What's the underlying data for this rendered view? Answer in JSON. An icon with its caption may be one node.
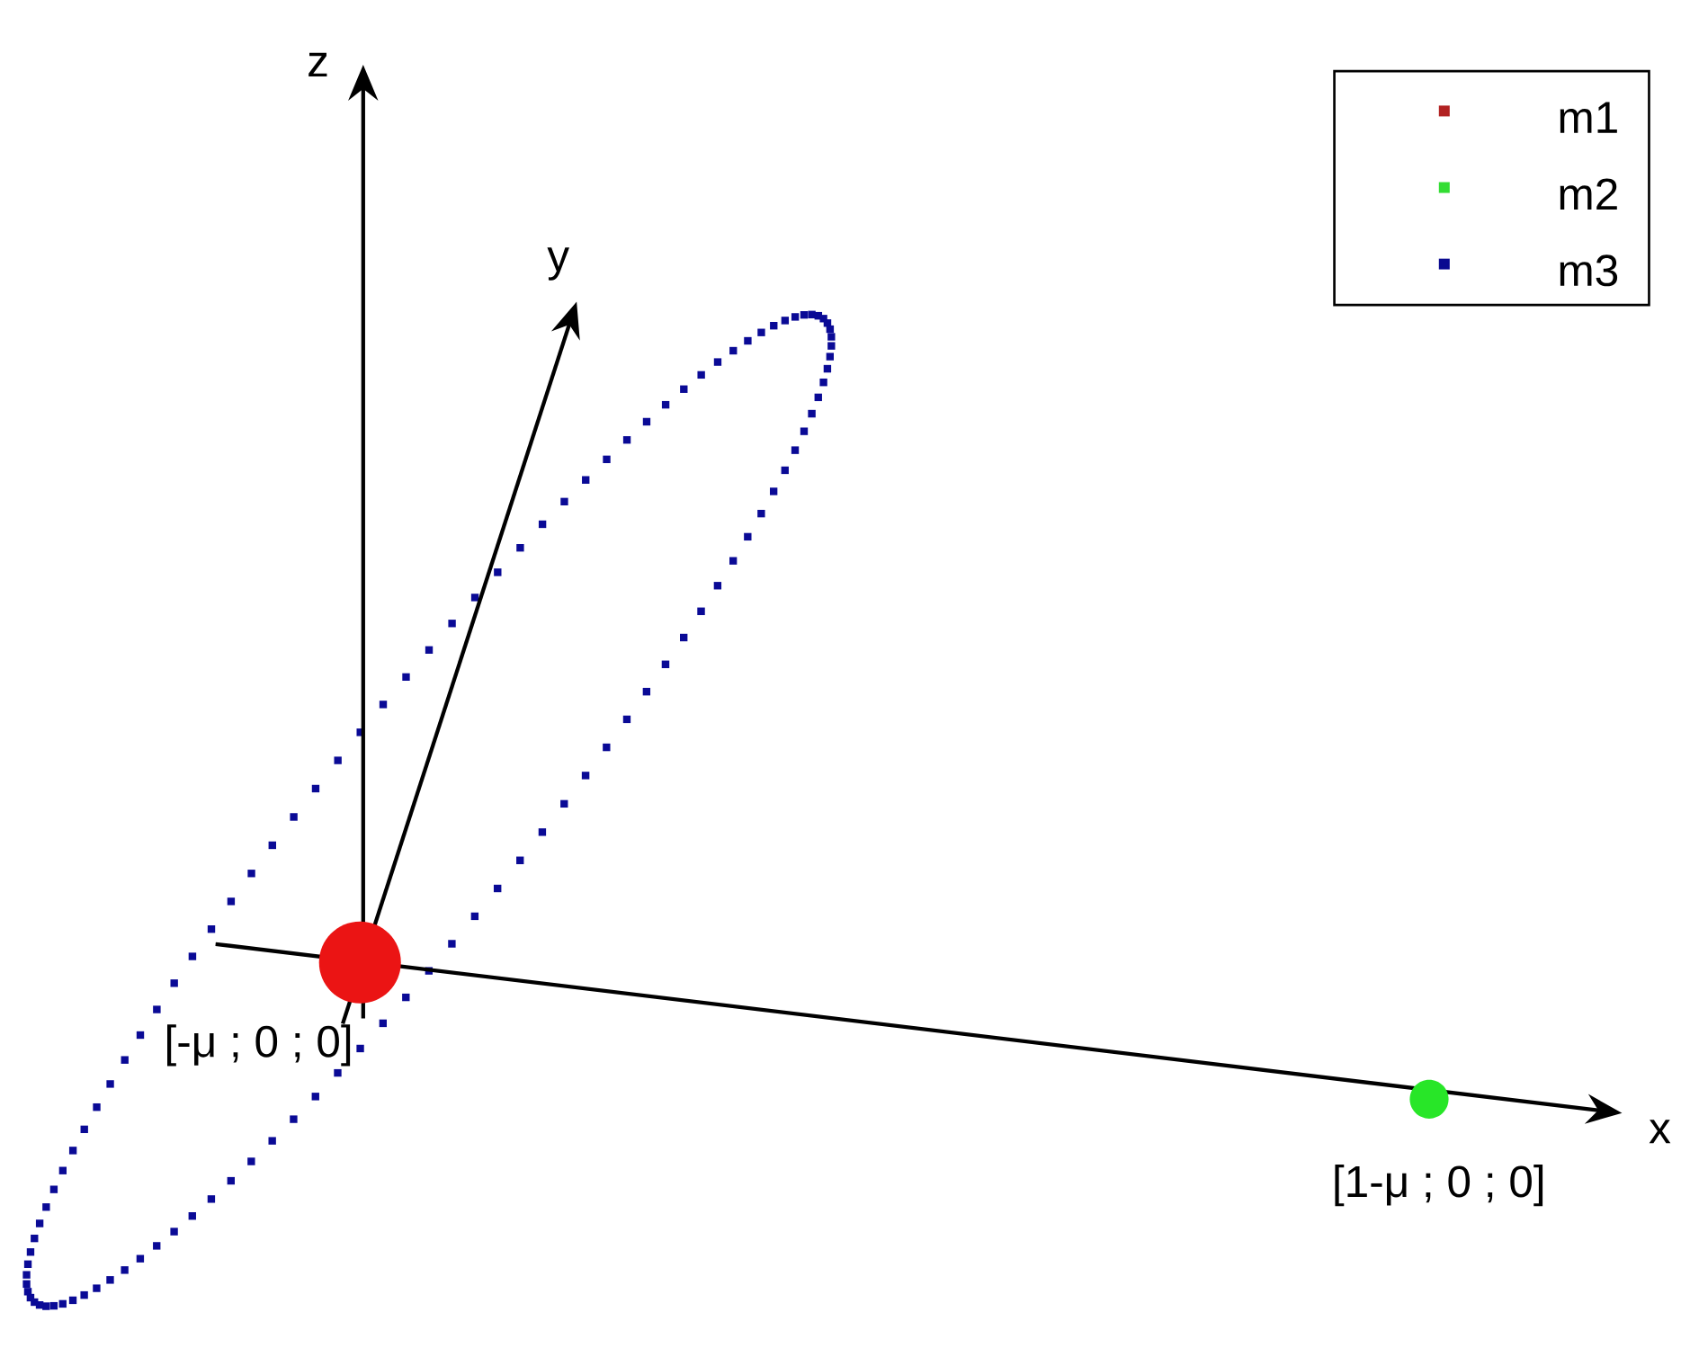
{
  "diagram": {
    "nodes": [
      {
        "text": [],
        "shape": "circle",
        "beside": [
          "[-μ ; 0 ; 0]"
        ]
      },
      {
        "text": [],
        "shape": "circle",
        "beside": [
          "[1-μ ; 0 ; 0]"
        ]
      }
    ],
    "labels": [
      "z",
      "y",
      "x"
    ],
    "legend": [
      {
        "text": "m1",
        "color": "#b22222"
      },
      {
        "text": "m2",
        "color": "#33dd33"
      },
      {
        "text": "m3",
        "color": "#0a0a90"
      }
    ]
  }
}
